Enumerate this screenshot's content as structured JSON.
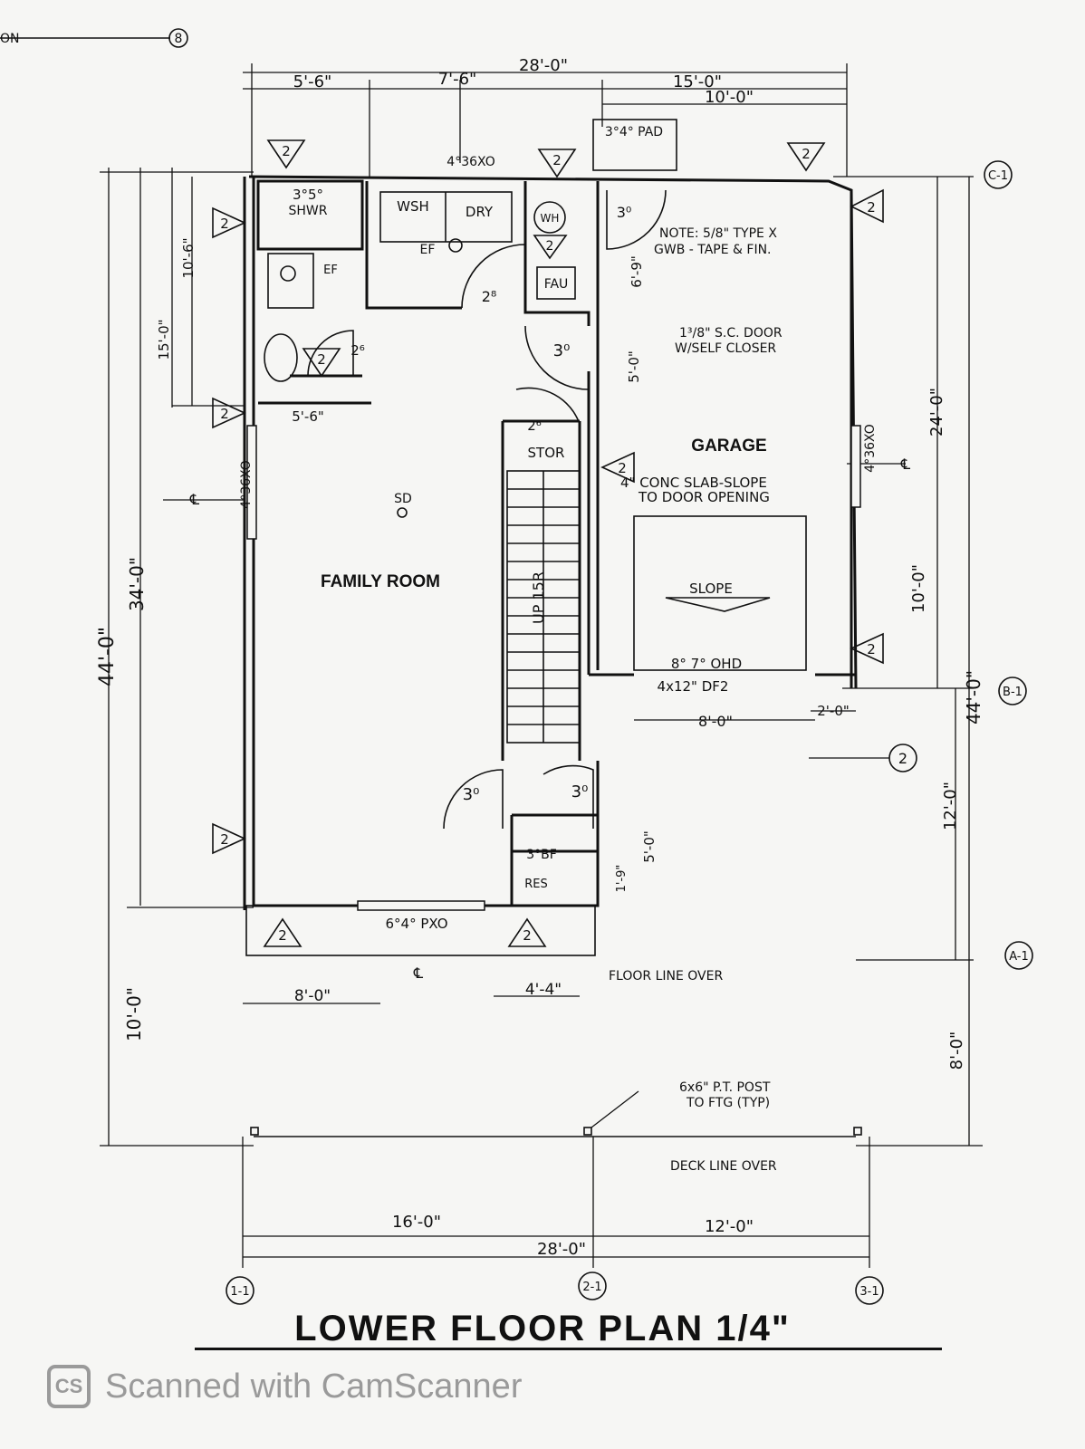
{
  "section_tag": {
    "text": "ON",
    "marker": "8"
  },
  "grid_markers": {
    "c1": "C-1",
    "b1": "B-1",
    "a1": "A-1",
    "n1": "1-1",
    "n2": "2-1",
    "n3": "3-1",
    "two": "2"
  },
  "dims": {
    "overall_top": "28'-0\"",
    "d_5_6": "5'-6\"",
    "d_7_6": "7'-6\"",
    "d_15_0": "15'-0\"",
    "d_10_0_top": "10'-0\"",
    "pad": "3°4° PAD",
    "left_10_6": "10'-6\"",
    "left_15_0": "15'-0\"",
    "left_34_0": "34'-0\"",
    "left_44_0": "44'-0\"",
    "left_10_0": "10'-0\"",
    "right_24_0": "24'-0\"",
    "right_10_0": "10'-0\"",
    "right_44_0": "44'-0\"",
    "right_12_0": "12'-0\"",
    "right_8_0": "8'-0\"",
    "bot_16_0": "16'-0\"",
    "bot_12_0": "12'-0\"",
    "bot_28_0": "28'-0\"",
    "d_5_6_inner": "5'-6\"",
    "d_8_0_garage": "8'-0\"",
    "d_2_0": "2'-0\"",
    "d_8_0_low": "8'-0\"",
    "d_4_4": "4'-4\"",
    "d_6_9": "6'-9\"",
    "d_5_0": "5'-0\"",
    "d_5_0_b": "5'-0\"",
    "d_1_9": "1'-9\""
  },
  "labels": {
    "window_top": "4°36XO",
    "shwr_size": "3°5°",
    "shwr": "SHWR",
    "wsh": "WSH",
    "dry": "DRY",
    "wh": "WH",
    "fau": "FAU",
    "ef1": "EF",
    "ef2": "EF",
    "door_2_8": "2⁸",
    "door_3_0a": "3⁰",
    "door_3_0b": "3⁰",
    "door_2_6a": "2⁶",
    "door_2_6b": "2⁶",
    "door_3_0c": "3⁰",
    "door_3_0d": "3⁰",
    "door_3_bf": "3°BF",
    "note": "NOTE: 5/8\" TYPE X",
    "note2": "GWB - TAPE & FIN.",
    "door_note": "1³/8\" S.C. DOOR",
    "door_note2": "W/SELF CLOSER",
    "garage": "GARAGE",
    "slab": "4\" CONC SLAB-SLOPE",
    "slab2": "TO DOOR OPENING",
    "slope": "SLOPE",
    "ohd": "8° 7° OHD",
    "beam": "4x12\" DF2",
    "family": "FAMILY ROOM",
    "sd": "SD",
    "stor": "STOR",
    "stairs": "UP 15R",
    "res": "RES",
    "win_left": "4°36XO",
    "win_right": "4°36XO",
    "win_bottom": "6°4° PXO",
    "floor_line": "FLOOR LINE OVER",
    "post": "6x6\" P.T. POST",
    "post2": "TO FTG (TYP)",
    "deck_line": "DECK LINE OVER",
    "cl": "℄"
  },
  "title": "LOWER FLOOR PLAN 1/4\"",
  "footer": {
    "logo": "CS",
    "text": "Scanned with CamScanner"
  }
}
